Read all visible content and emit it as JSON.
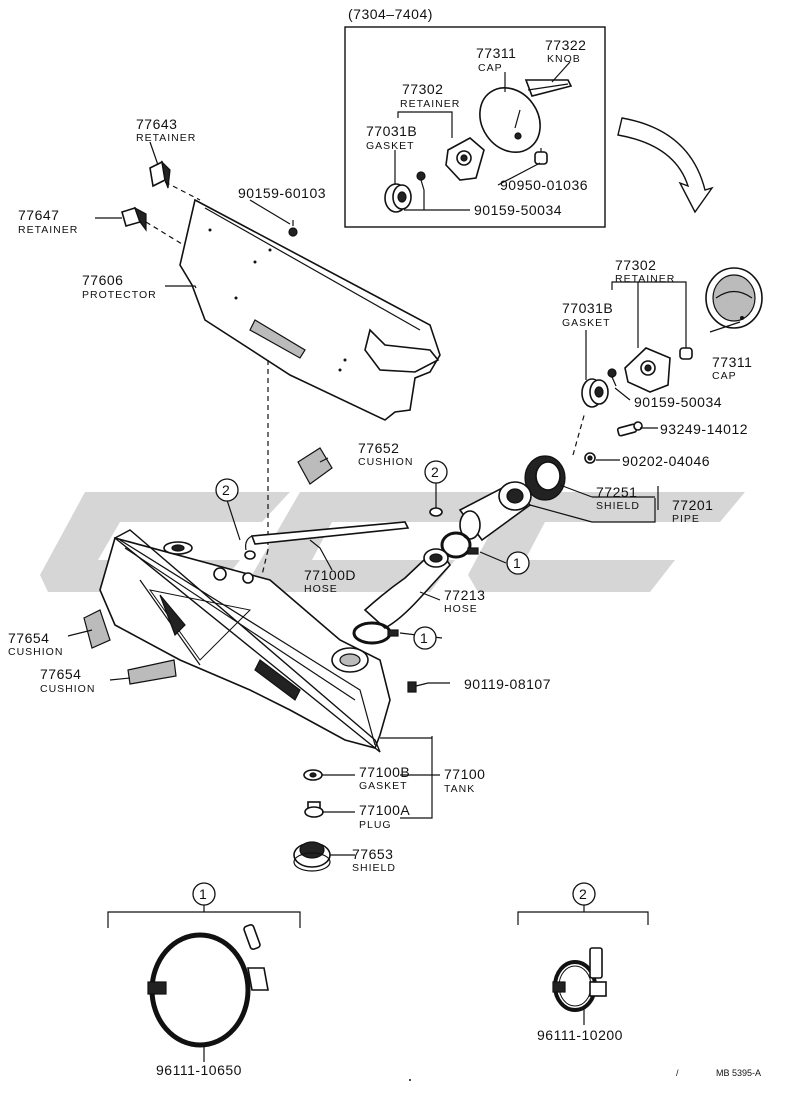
{
  "inset_range": "(7304–7404)",
  "parts": [
    {
      "id": "p77311a",
      "number": "77311",
      "name": "CAP"
    },
    {
      "id": "p77322",
      "number": "77322",
      "name": "KNOB"
    },
    {
      "id": "p77302a",
      "number": "77302",
      "name": "RETAINER"
    },
    {
      "id": "p77031a",
      "number": "77031B",
      "name": "GASKET"
    },
    {
      "id": "p90950",
      "number": "90950-01036",
      "name": ""
    },
    {
      "id": "p90159a",
      "number": "90159-50034",
      "name": ""
    },
    {
      "id": "p77643",
      "number": "77643",
      "name": "RETAINER"
    },
    {
      "id": "p90159b",
      "number": "90159-60103",
      "name": ""
    },
    {
      "id": "p77647",
      "number": "77647",
      "name": "RETAINER"
    },
    {
      "id": "p77606",
      "number": "77606",
      "name": "PROTECTOR"
    },
    {
      "id": "p77302b",
      "number": "77302",
      "name": "RETAINER"
    },
    {
      "id": "p77031b",
      "number": "77031B",
      "name": "GASKET"
    },
    {
      "id": "p77311b",
      "number": "77311",
      "name": "CAP"
    },
    {
      "id": "p90159c",
      "number": "90159-50034",
      "name": ""
    },
    {
      "id": "p93249",
      "number": "93249-14012",
      "name": ""
    },
    {
      "id": "p90202",
      "number": "90202-04046",
      "name": ""
    },
    {
      "id": "p77652",
      "number": "77652",
      "name": "CUSHION"
    },
    {
      "id": "p77251",
      "number": "77251",
      "name": "SHIELD"
    },
    {
      "id": "p77201",
      "number": "77201",
      "name": "PIPE"
    },
    {
      "id": "p77100d",
      "number": "77100D",
      "name": "HOSE"
    },
    {
      "id": "p77213",
      "number": "77213",
      "name": "HOSE"
    },
    {
      "id": "p77654a",
      "number": "77654",
      "name": "CUSHION"
    },
    {
      "id": "p77654b",
      "number": "77654",
      "name": "CUSHION"
    },
    {
      "id": "p90119",
      "number": "90119-08107",
      "name": ""
    },
    {
      "id": "p77100b",
      "number": "77100B",
      "name": "GASKET"
    },
    {
      "id": "p77100",
      "number": "77100",
      "name": "TANK"
    },
    {
      "id": "p77100a",
      "number": "77100A",
      "name": "PLUG"
    },
    {
      "id": "p77653",
      "number": "77653",
      "name": "SHIELD"
    },
    {
      "id": "p96111a",
      "number": "96111-10650",
      "name": ""
    },
    {
      "id": "p96111b",
      "number": "96111-10200",
      "name": ""
    }
  ],
  "callouts": {
    "one": "1",
    "two": "2"
  },
  "footer": {
    "mark": "/",
    "code": "MB 5395-A"
  }
}
